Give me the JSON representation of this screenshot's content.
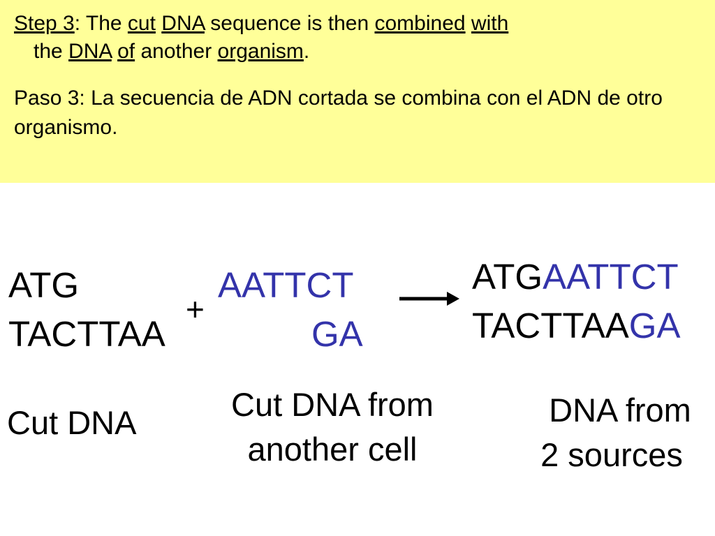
{
  "header": {
    "background": "#ffff99",
    "en": {
      "step_label": "Step 3",
      "colon": ": The ",
      "cut": "cut",
      "sp1": " ",
      "dna": "DNA",
      "mid1": " sequence is then ",
      "combined": "combined",
      "sp2": " ",
      "with": "with",
      "the": "the ",
      "dna2": "DNA",
      "sp3": " ",
      "of": "of",
      "mid2": " another ",
      "organism": "organism",
      "period": "."
    },
    "es": {
      "text": "Paso 3: La secuencia de ADN cortada se combina con el ADN de otro organismo."
    }
  },
  "diagram": {
    "colors": {
      "black": "#000000",
      "blue": "#3333aa"
    },
    "left": {
      "top": "ATG",
      "bottom": "TACTTAA",
      "caption": "Cut DNA"
    },
    "plus": "+",
    "middle": {
      "top": "AATTCT",
      "bottom": "GA",
      "caption_line1": "Cut DNA from",
      "caption_line2": "another cell"
    },
    "arrow_icon": "right-arrow-icon",
    "right": {
      "top_black": "ATG",
      "top_blue": "AATTCT",
      "bottom_black": "TACTTAA",
      "bottom_blue": "GA",
      "caption_line1": "DNA from",
      "caption_line2": "2 sources"
    }
  }
}
